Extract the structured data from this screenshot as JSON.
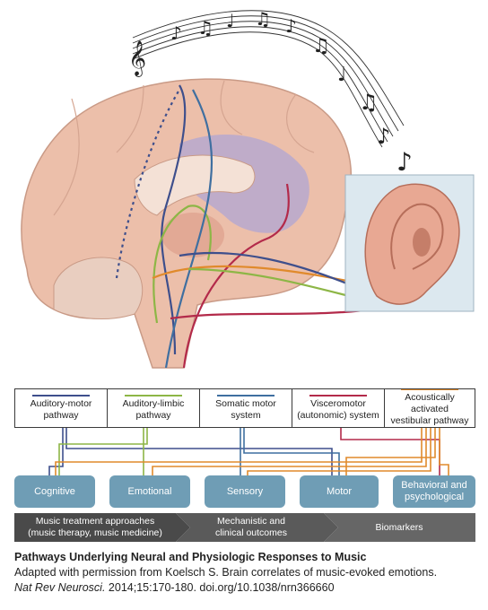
{
  "colors": {
    "auditory_motor": "#3e4f8c",
    "auditory_limbic": "#8db646",
    "somatic_motor": "#3f6fa0",
    "visceromotor": "#b32a4a",
    "vestibular": "#e08a2c",
    "outcome_box": "#6f9db5",
    "banner_dark": "#4a4a4a",
    "banner_mid": "#666666",
    "brain": "#ecbfaa",
    "ear": "#e8a893"
  },
  "pathways": [
    {
      "line1": "Auditory-motor",
      "line2": "pathway",
      "color": "#3e4f8c"
    },
    {
      "line1": "Auditory-limbic",
      "line2": "pathway",
      "color": "#8db646"
    },
    {
      "line1": "Somatic motor",
      "line2": "system",
      "color": "#3f6fa0"
    },
    {
      "line1": "Visceromotor",
      "line2": "(autonomic) system",
      "color": "#b32a4a"
    },
    {
      "line1": "Acoustically activated",
      "line2": "vestibular pathway",
      "color": "#e08a2c"
    }
  ],
  "outcomes": [
    {
      "label1": "Cognitive",
      "label2": ""
    },
    {
      "label1": "Emotional",
      "label2": ""
    },
    {
      "label1": "Sensory",
      "label2": ""
    },
    {
      "label1": "Motor",
      "label2": ""
    },
    {
      "label1": "Behavioral and",
      "label2": "psychological"
    }
  ],
  "banner": [
    {
      "line1": "Music treatment approaches",
      "line2": "(music therapy, music medicine)"
    },
    {
      "line1": "Mechanistic and",
      "line2": "clinical outcomes"
    },
    {
      "line1": "Biomarkers",
      "line2": ""
    }
  ],
  "caption": {
    "title": "Pathways Underlying Neural and Physiologic Responses to Music",
    "line2": "Adapted with permission from Koelsch S. Brain correlates of music-evoked emotions.",
    "journal": "Nat Rev Neurosci.",
    "citation": " 2014;15:170-180. doi.org/10.1038/nrn366660"
  },
  "icons": [
    "treble-clef-icon",
    "music-note-icon",
    "brain-illustration",
    "ear-illustration",
    "music-staff-ribbon"
  ]
}
